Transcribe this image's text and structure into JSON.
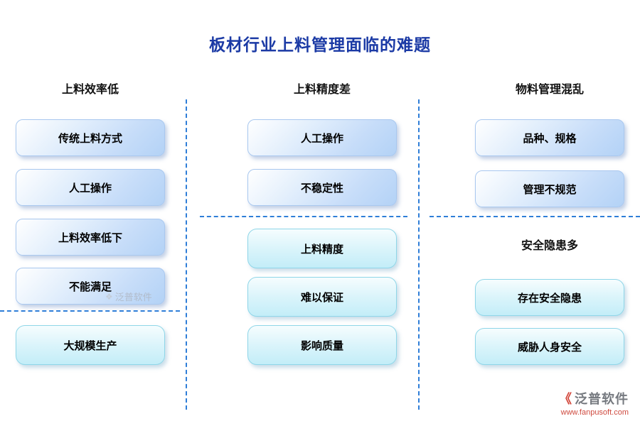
{
  "title": "板材行业上料管理面临的难题",
  "columns": [
    {
      "header": "上料效率低",
      "top_items": [
        "传统上料方式",
        "人工操作",
        "上料效率低下",
        "不能满足"
      ],
      "bottom_items": [
        "大规模生产"
      ]
    },
    {
      "header": "上料精度差",
      "top_items": [
        "人工操作",
        "不稳定性"
      ],
      "bottom_items": [
        "上料精度",
        "难以保证",
        "影响质量"
      ]
    },
    {
      "header": "物料管理混乱",
      "top_items": [
        "品种、规格",
        "管理不规范"
      ],
      "bottom_header": "安全隐患多",
      "bottom_items": [
        "存在安全隐患",
        "威胁人身安全"
      ]
    }
  ],
  "watermark": {
    "text": "泛普软件"
  },
  "footer": {
    "brand": "泛普软件",
    "url": "www.fanpusoft.com"
  },
  "colors": {
    "title": "#1b3aa5",
    "dashed_line": "#2f7ed8",
    "box_blue_border": "#a9c8ef",
    "box_cyan_border": "#8fd6e8"
  }
}
